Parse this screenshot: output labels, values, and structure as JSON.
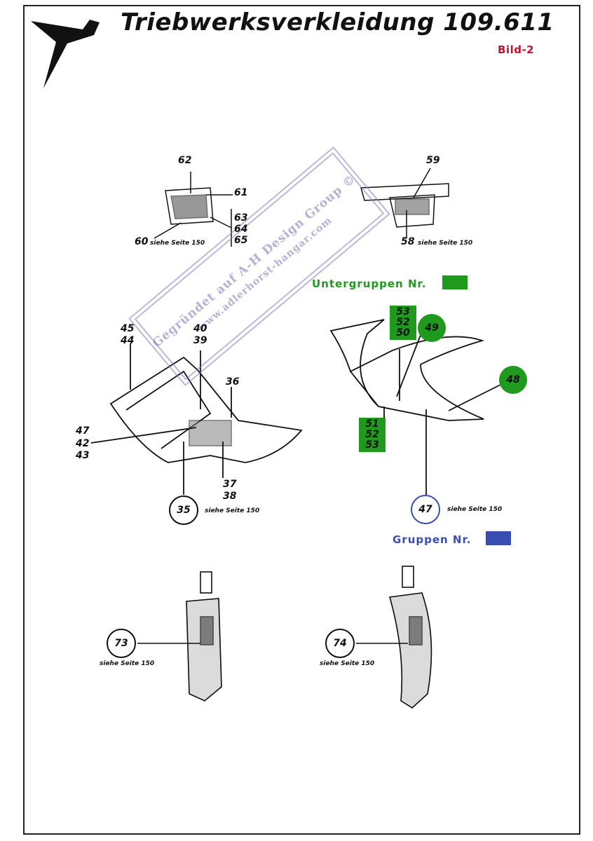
{
  "header": {
    "title": "Triebwerksverkleidung 109.611",
    "figure_label": "Bild-2"
  },
  "watermark": {
    "line1": "Gegründet auf A-H Design Group ©",
    "line2": "www.adlerhorst-hangar.com"
  },
  "legend": {
    "subgroup_label": "Untergruppen Nr.",
    "subgroup_color": "#1f9a1f",
    "group_label": "Gruppen Nr.",
    "group_color": "#3a4db3"
  },
  "callouts": {
    "c62": "62",
    "c61": "61",
    "c63": "63",
    "c64": "64",
    "c65": "65",
    "c60": "60",
    "cap60": "siehe Seite 150",
    "c59": "59",
    "c58": "58",
    "cap58": "siehe Seite 150",
    "c45": "45",
    "c44": "44",
    "c40": "40",
    "c39": "39",
    "c36": "36",
    "c47": "47",
    "c42": "42",
    "c43": "43",
    "c37": "37",
    "c38": "38",
    "c35": "35",
    "cap35": "siehe Seite 150",
    "g53a": "53",
    "g52a": "52",
    "g50": "50",
    "g49": "49",
    "g48": "48",
    "g51": "51",
    "g52b": "52",
    "g53b": "53",
    "grp47": "47",
    "cap47": "siehe Seite 150",
    "c73": "73",
    "cap73": "siehe Seite 150",
    "c74": "74",
    "cap74": "siehe Seite 150"
  }
}
